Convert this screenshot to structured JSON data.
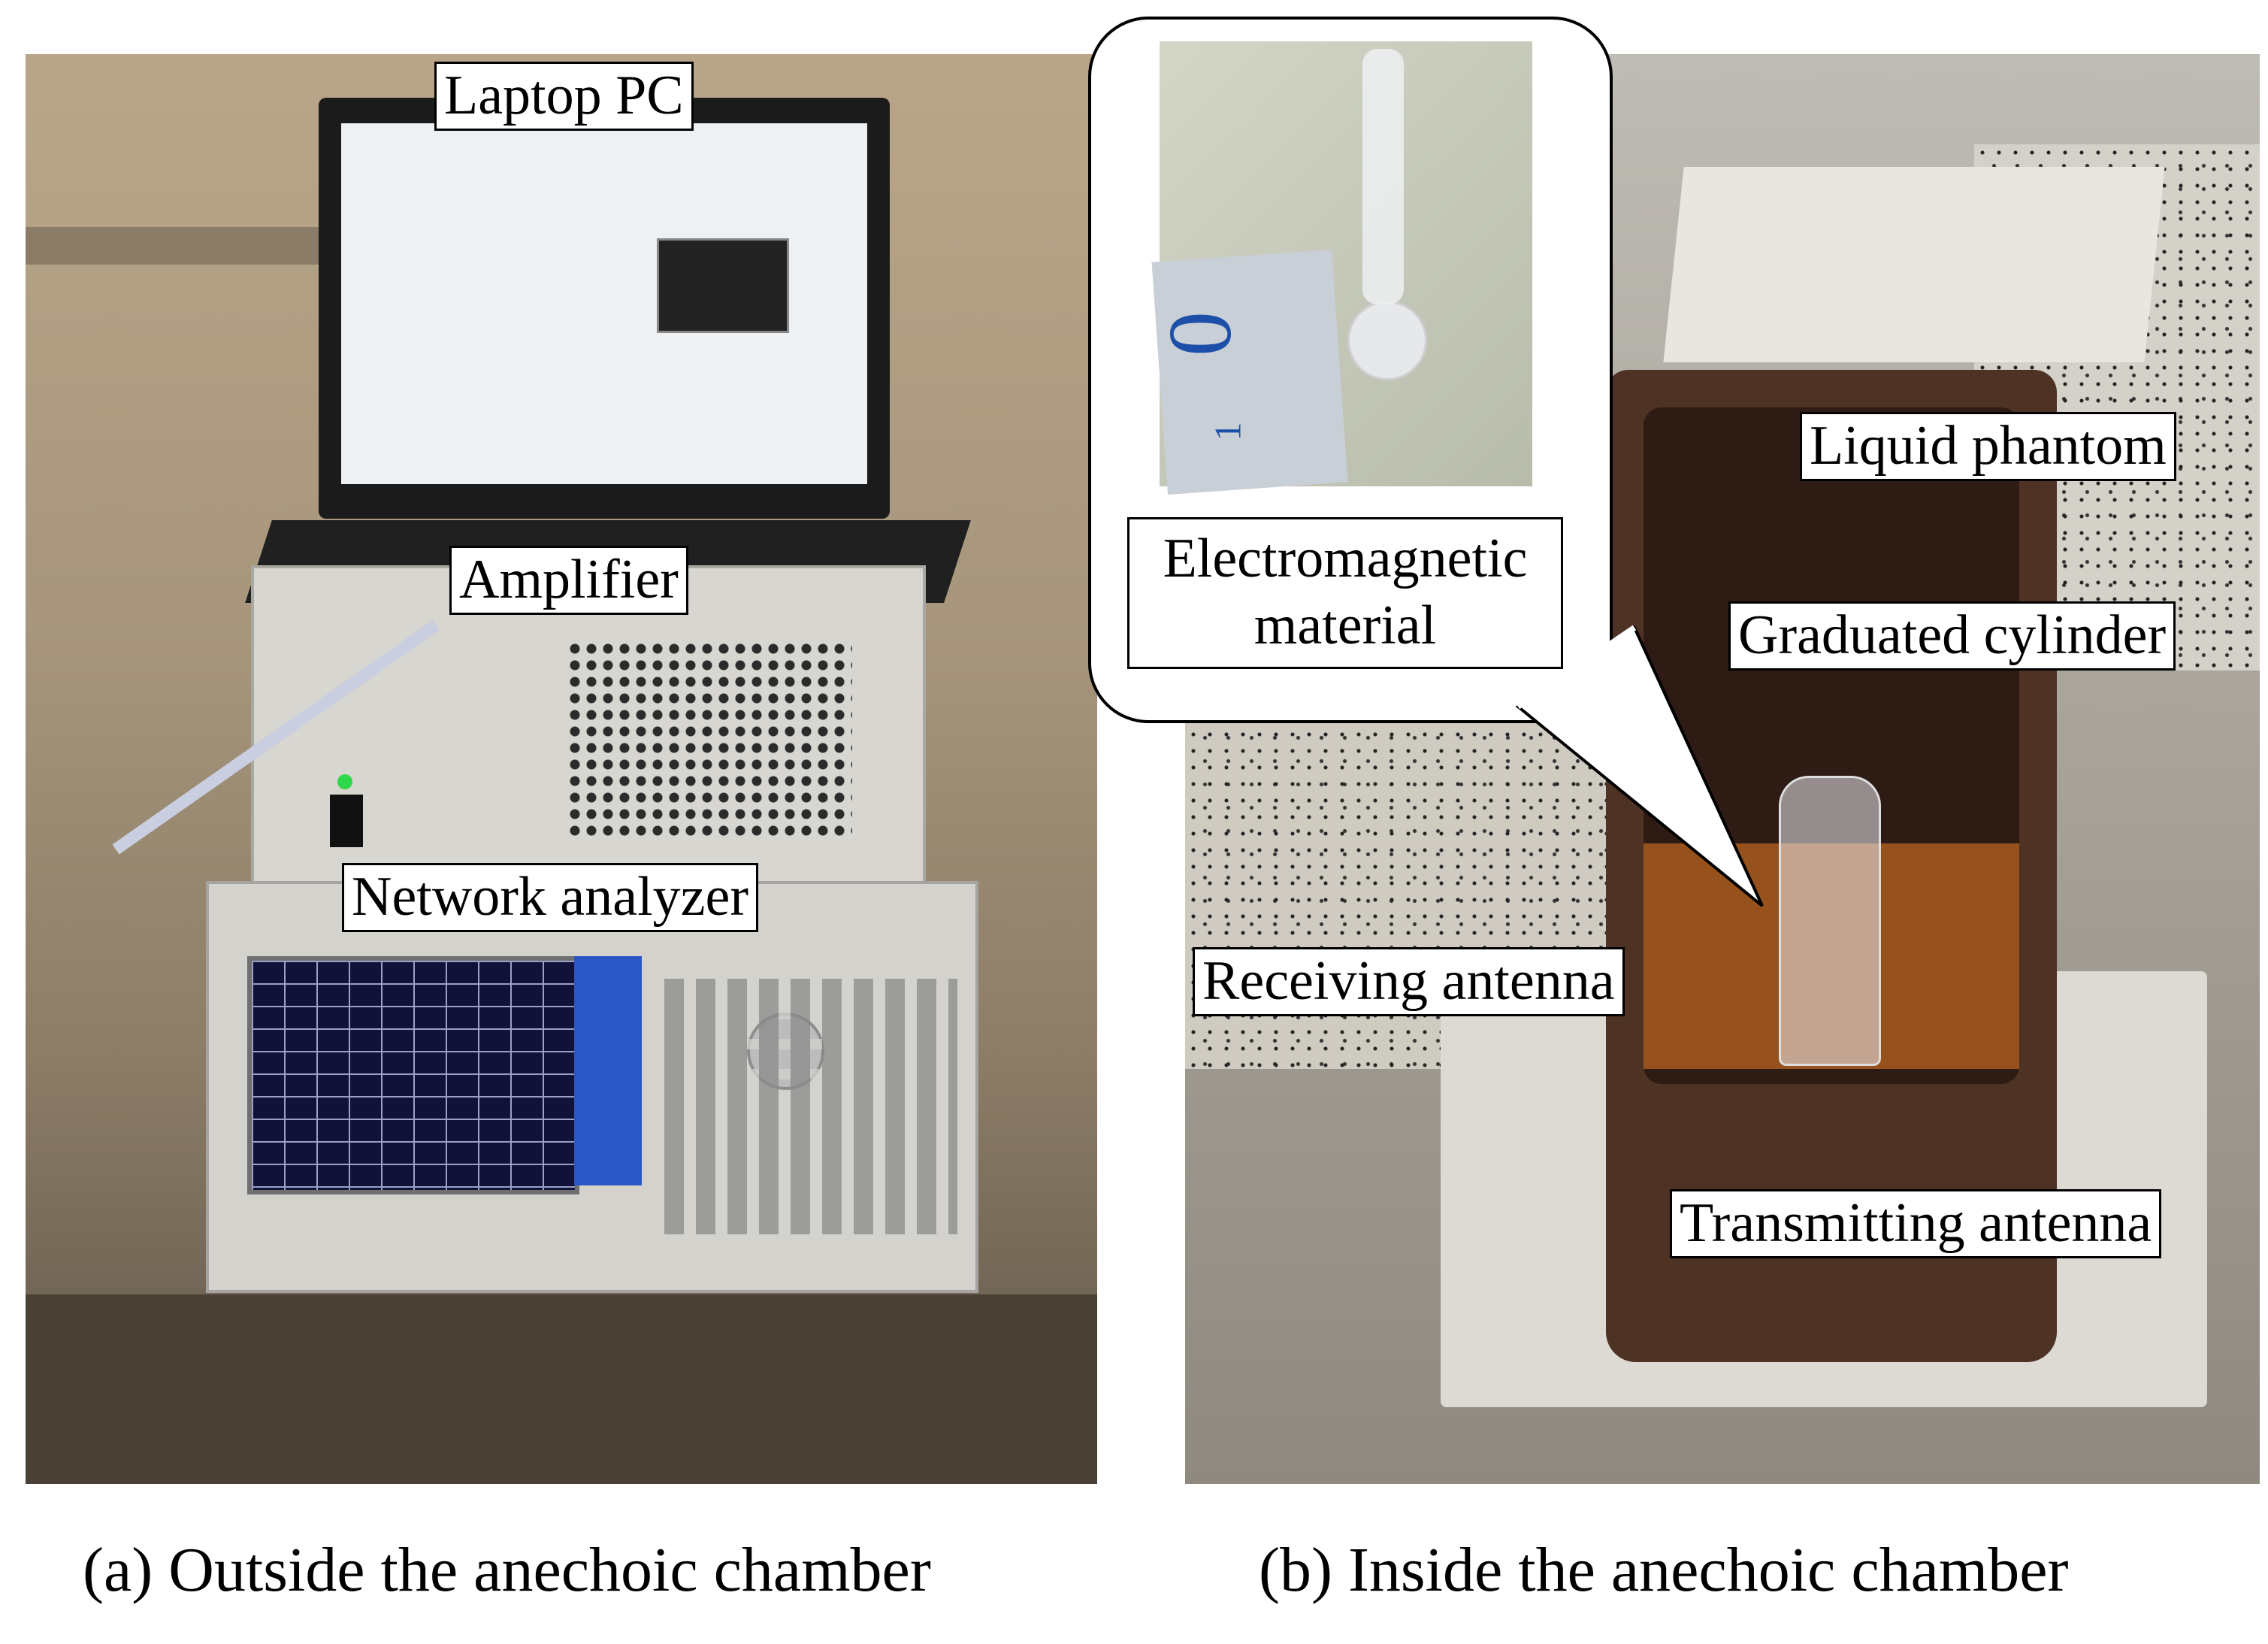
{
  "panel_a": {
    "caption": "(a) Outside the anechoic chamber",
    "labels": {
      "laptop": "Laptop PC",
      "amplifier": "Amplifier",
      "network_analyzer": "Network analyzer"
    }
  },
  "panel_b": {
    "caption": "(b) Inside the anechoic chamber",
    "labels": {
      "em_material_line1": "Electromagnetic",
      "em_material_line2": "material",
      "liquid_phantom": "Liquid phantom",
      "graduated_cylinder": "Graduated cylinder",
      "receiving_antenna": "Receiving antenna",
      "transmitting_antenna": "Transmitting antenna"
    },
    "ruler_marks": [
      "0",
      "1"
    ]
  },
  "colors": {
    "label_border": "#000000",
    "screen_blue": "#2a56c6",
    "plot_yellow": "#e6d83a",
    "container_brown": "#4e3224"
  }
}
